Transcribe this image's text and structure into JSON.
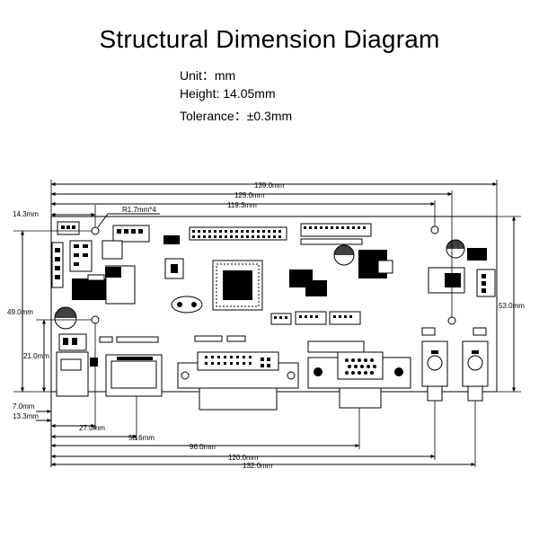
{
  "title": "Structural Dimension Diagram",
  "specs": {
    "unit": "Unit：mm",
    "height": "Height: 14.05mm",
    "tolerance": "Tolerance：±0.3mm"
  },
  "dimensions": {
    "top_overall": "139.0mm",
    "top_hole_span": "125.0mm",
    "top_hole_span_inner": "119.3mm",
    "left_hole_offset": "14.3mm",
    "hole_radius": "R1.7mm*4",
    "left_height_49": "49.0mm",
    "left_height_21": "21.0mm",
    "left_bottom_7": "7.0mm",
    "left_bottom_13": "13.3mm",
    "right_height": "53.0mm",
    "bottom_27": "27.0mm",
    "bottom_58": "58.6mm",
    "bottom_96": "96.0mm",
    "bottom_120": "120.0mm",
    "bottom_132": "132.0mm"
  }
}
